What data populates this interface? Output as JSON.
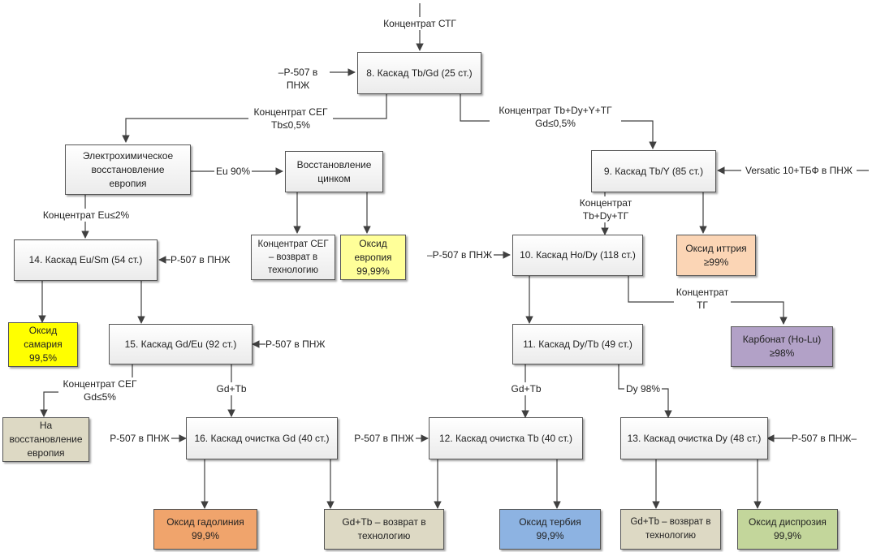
{
  "colors": {
    "process": "#f2f2f2",
    "recycle": "#ddd9c4",
    "samarium": "#ffff00",
    "europium": "#ffff99",
    "yttrium": "#fbd5b5",
    "carbonate": "#b2a1c7",
    "gadolinium": "#f0a46c",
    "terbium": "#8db3e2",
    "dysprosium": "#c3d69b",
    "line": "#404040"
  },
  "nodes": {
    "n8": "8. Каскад Tb/Gd (25 ст.)",
    "electro": "Электрохимическое\nвосстановление\nевропия",
    "zinc": "Восстановление\nцинком",
    "n9": "9. Каскад Tb/Y (85 ст.)",
    "n14": "14. Каскад Eu/Sm (54 ст.)",
    "seg_return": "Концентрат СЕГ\n– возврат в\nтехнологию",
    "eu_oxide": "Оксид\nевропия\n99,99%",
    "n10": "10. Каскад Ho/Dy (118 ст.)",
    "y_oxide": "Оксид иттрия\n≥99%",
    "sm_oxide": "Оксид\nсамария\n99,5%",
    "n15": "15. Каскад Gd/Eu (92 ст.)",
    "n11": "11. Каскад Dy/Tb (49 ст.)",
    "carbonate": "Карбонат (Ho-Lu)\n≥98%",
    "eu_restore": "На\nвосстановление\nевропия",
    "n16": "16. Каскад очистка Gd (40 ст.)",
    "n12": "12. Каскад очистка Tb (40 ст.)",
    "n13": "13. Каскад очистка Dy (48 ст.)",
    "gd_oxide": "Оксид гадолиния\n99,9%",
    "gdtb_return1": "Gd+Tb – возврат в\nтехнологию",
    "tb_oxide": "Оксид тербия\n99,9%",
    "gdtb_return2": "Gd+Tb – возврат в\nтехнологию",
    "dy_oxide": "Оксид диспрозия\n99,9%"
  },
  "labels": {
    "stg": "Концентрат СТГ",
    "p507_8": "–Р-507 в ПНЖ",
    "seg_tb": "Концентрат СЕГ\nTb≤0,5%",
    "tbdyy": "Концентрат Tb+Dy+Y+ТГ\nGd≤0,5%",
    "eu90": "Eu 90%",
    "versatic": "Versatic 10+ТБФ в ПНЖ",
    "eu2": "Концентрат Eu≤2%",
    "tbdytg": "Концентрат\nTb+Dy+ТГ",
    "p507_14": "Р-507 в ПНЖ",
    "p507_10": "–Р-507 в ПНЖ",
    "tg": "Концентрат\nТГ",
    "p507_15": "Р-507 в ПНЖ",
    "seg_gd": "Концентрат СЕГ\nGd≤5%",
    "gdtb_15": "Gd+Tb",
    "gdtb_11": "Gd+Tb",
    "dy98": "Dy 98%",
    "p507_16": "Р-507 в ПНЖ",
    "p507_12": "Р-507 в ПНЖ",
    "p507_13": "Р-507 в ПНЖ–"
  }
}
